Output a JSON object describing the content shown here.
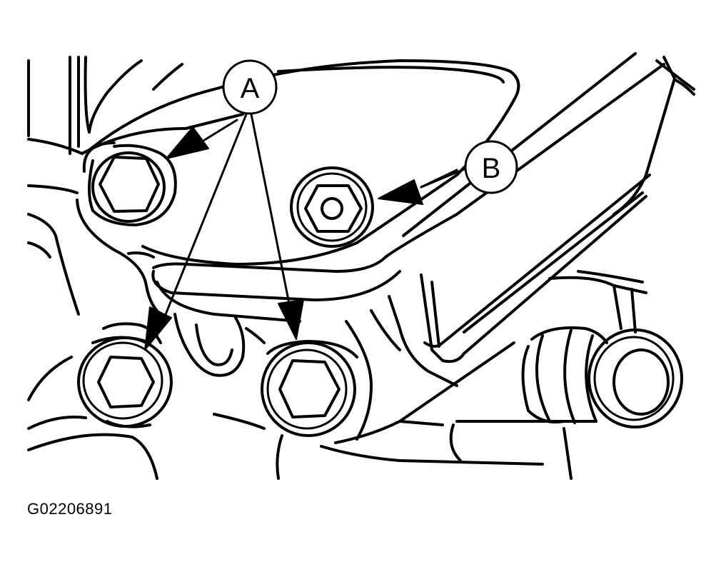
{
  "callouts": {
    "a": "A",
    "b": "B"
  },
  "figure_id": "G02206891"
}
